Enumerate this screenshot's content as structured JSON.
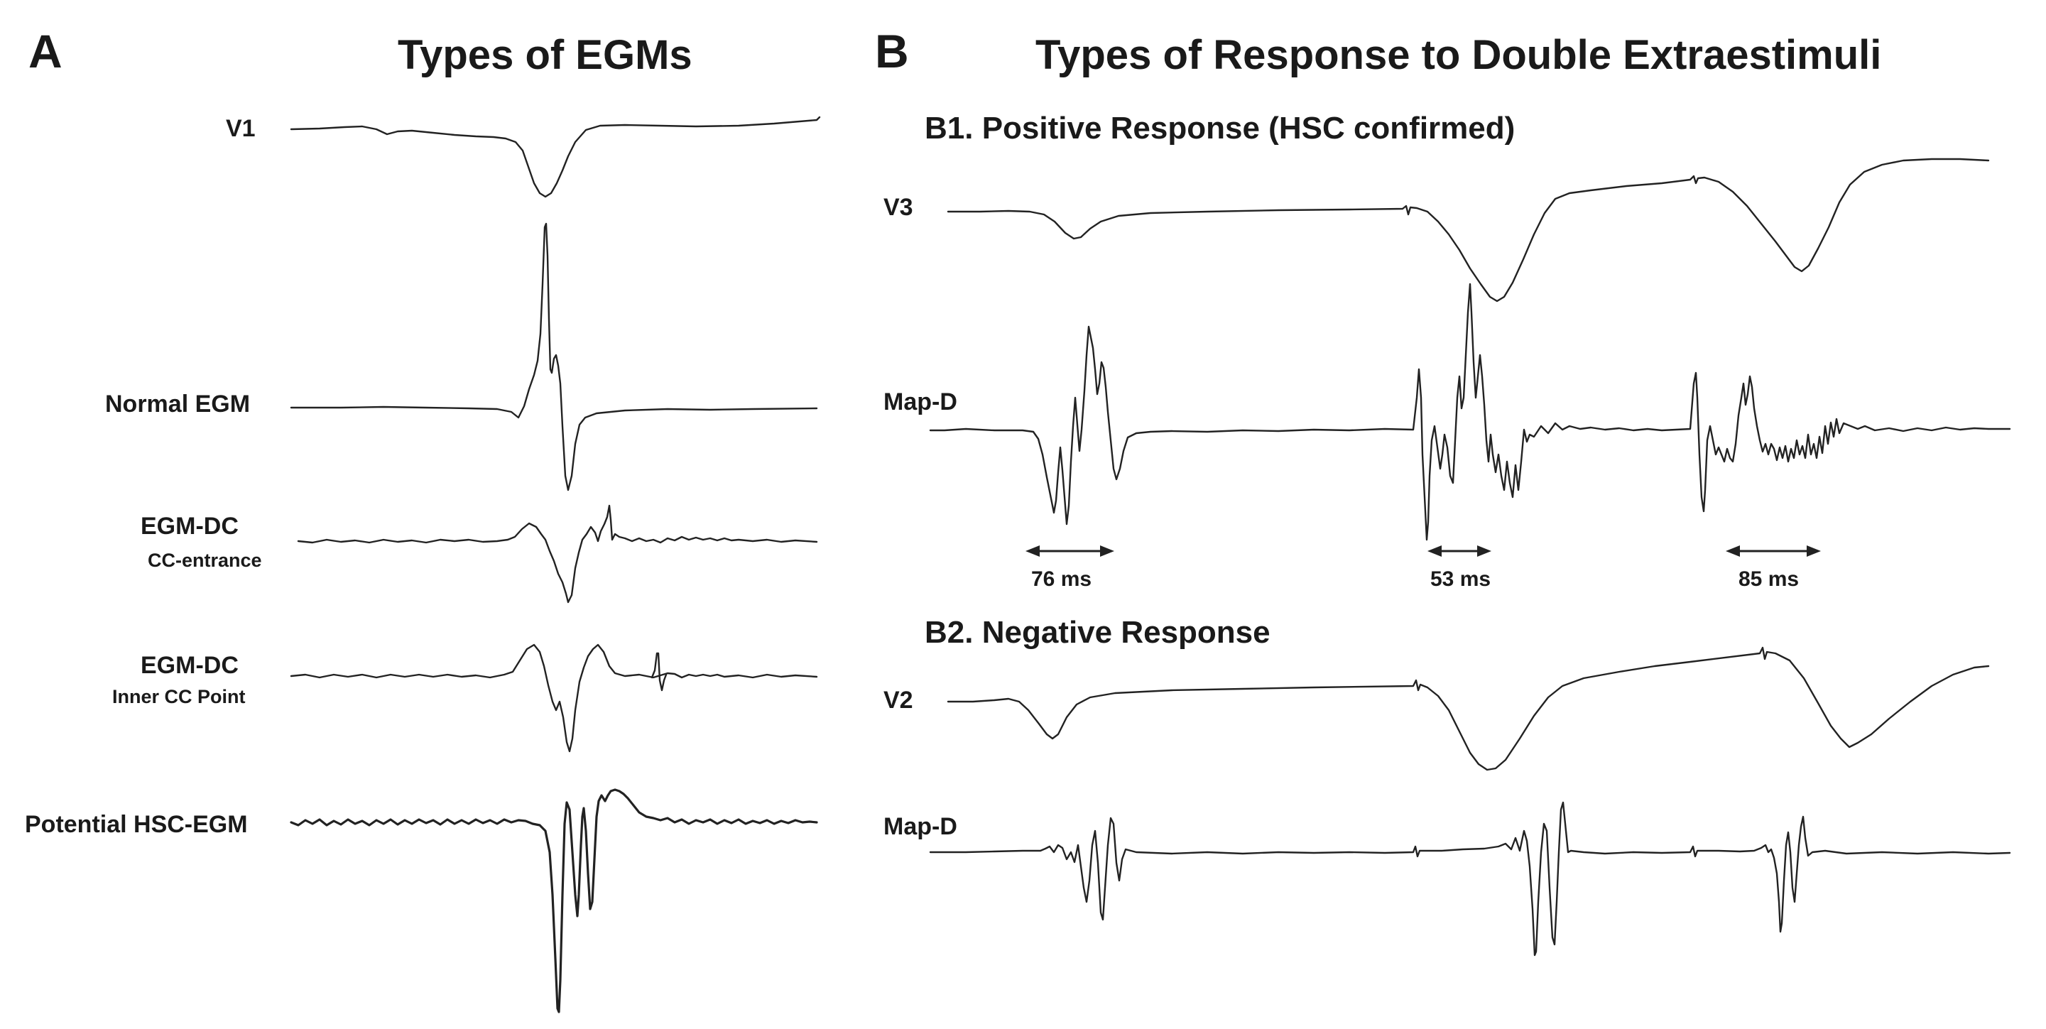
{
  "panel_a": {
    "letter": "A",
    "title": "Types of EGMs",
    "leads": [
      {
        "label": "V1",
        "sublabel": ""
      },
      {
        "label": "Normal EGM",
        "sublabel": ""
      },
      {
        "label": "EGM-DC",
        "sublabel": "CC-entrance"
      },
      {
        "label": "EGM-DC",
        "sublabel": "Inner CC Point"
      },
      {
        "label": "Potential HSC-EGM",
        "sublabel": ""
      }
    ]
  },
  "panel_b": {
    "letter": "B",
    "title": "Types of Response to Double Extraestimuli",
    "b1": {
      "title": "B1. Positive Response (HSC confirmed)",
      "lead_top": "V3",
      "lead_bottom": "Map-D",
      "intervals": [
        "76 ms",
        "53 ms",
        "85 ms"
      ]
    },
    "b2": {
      "title": "B2. Negative Response",
      "lead_top": "V2",
      "lead_bottom": "Map-D"
    }
  }
}
